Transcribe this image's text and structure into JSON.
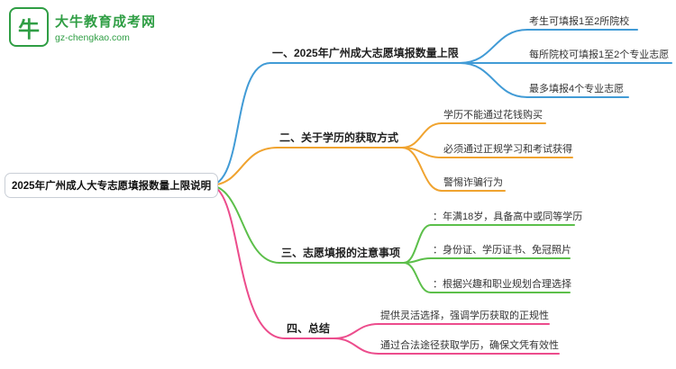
{
  "site": {
    "name": "大牛教育成考网",
    "domain": "gz-chengkao.com",
    "icon": "cow-icon",
    "brand_color": "#2f9e44"
  },
  "root": {
    "label": "2025年广州成人大专志愿填报数量上限说明"
  },
  "branches": [
    {
      "label": "一、2025年广州成大志愿填报数量上限",
      "color": "#419bd6",
      "children": [
        "考生可填报1至2所院校",
        "每所院校可填报1至2个专业志愿",
        "最多填报4个专业志愿"
      ]
    },
    {
      "label": "二、关于学历的获取方式",
      "color": "#f0a32f",
      "children": [
        "学历不能通过花钱购买",
        "必须通过正规学习和考试获得",
        "警惕诈骗行为"
      ]
    },
    {
      "label": "三、志愿填报的注意事项",
      "color": "#5cbf4a",
      "children": [
        "：年满18岁，具备高中或同等学历",
        "：身份证、学历证书、免冠照片",
        "：根据兴趣和职业规划合理选择"
      ]
    },
    {
      "label": "四、总结",
      "color": "#ec4c8c",
      "children": [
        "提供灵活选择，强调学历获取的正规性",
        "通过合法途径获取学历，确保文凭有效性"
      ]
    }
  ]
}
